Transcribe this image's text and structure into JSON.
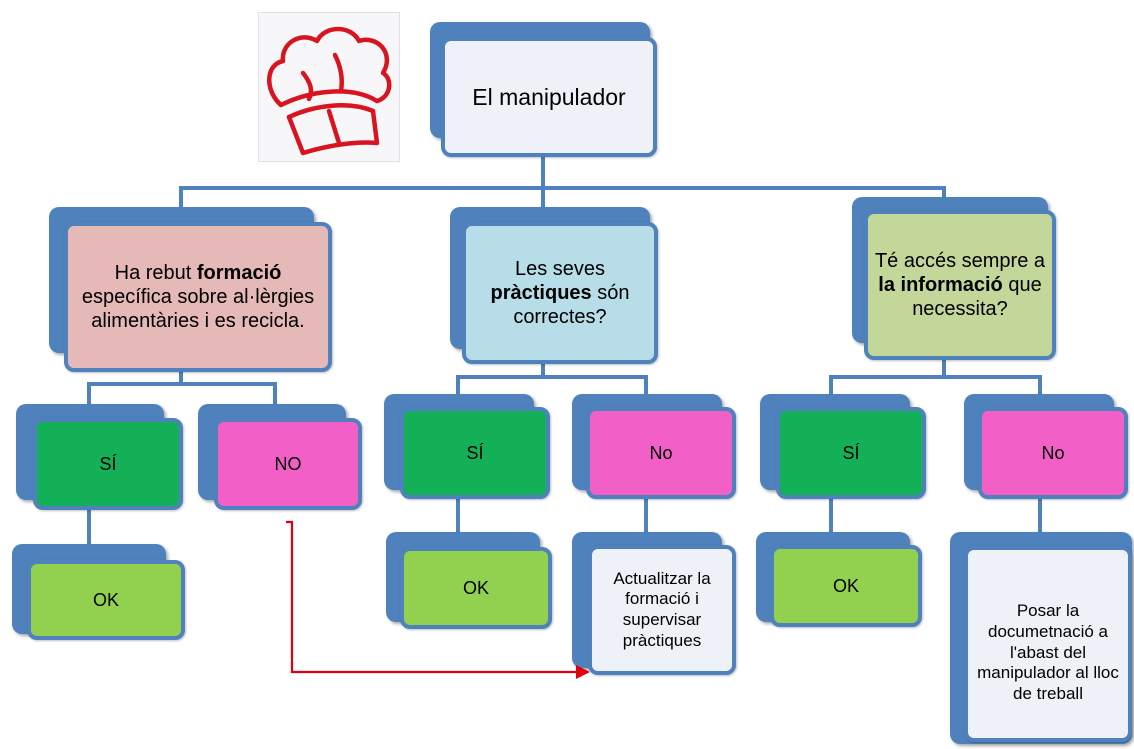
{
  "root": {
    "label": "El manipulador"
  },
  "questions": [
    {
      "id": "training",
      "parts": [
        [
          "Ha rebut ",
          false
        ],
        [
          "formació",
          true
        ],
        [
          " específica sobre al·lèrgies alimentàries i es recicla.",
          false
        ]
      ]
    },
    {
      "id": "practices",
      "parts": [
        [
          "Les seves ",
          false
        ],
        [
          "pràctiques",
          true
        ],
        [
          " són correctes?",
          false
        ]
      ]
    },
    {
      "id": "information",
      "parts": [
        [
          "Té accés sempre a ",
          false
        ],
        [
          "la informació",
          true
        ],
        [
          " que necessita?",
          false
        ]
      ]
    }
  ],
  "answers": {
    "training": {
      "yes": "SÍ",
      "no": "NO",
      "yes_result": "OK"
    },
    "practices": {
      "yes": "SÍ",
      "no": "No",
      "yes_result": "OK",
      "no_result": "Actualitzar la formació i supervisar pràctiques"
    },
    "information": {
      "yes": "SÍ",
      "no": "No",
      "yes_result": "OK",
      "no_result": "Posar la documetnació a l'abast del manipulador al lloc de treball"
    }
  },
  "colors": {
    "connector": "#4f81bd",
    "arrow": "#e0000f",
    "hat": "#d7141f",
    "question_training": "#e5b9b7",
    "question_practices": "#b7dde8",
    "question_information": "#c4d79b",
    "yes": "#13b057",
    "no": "#f25fc7",
    "ok": "#92d050"
  },
  "icons": {
    "hat": "chef-hat-icon",
    "arrow": "arrow-right-icon"
  }
}
